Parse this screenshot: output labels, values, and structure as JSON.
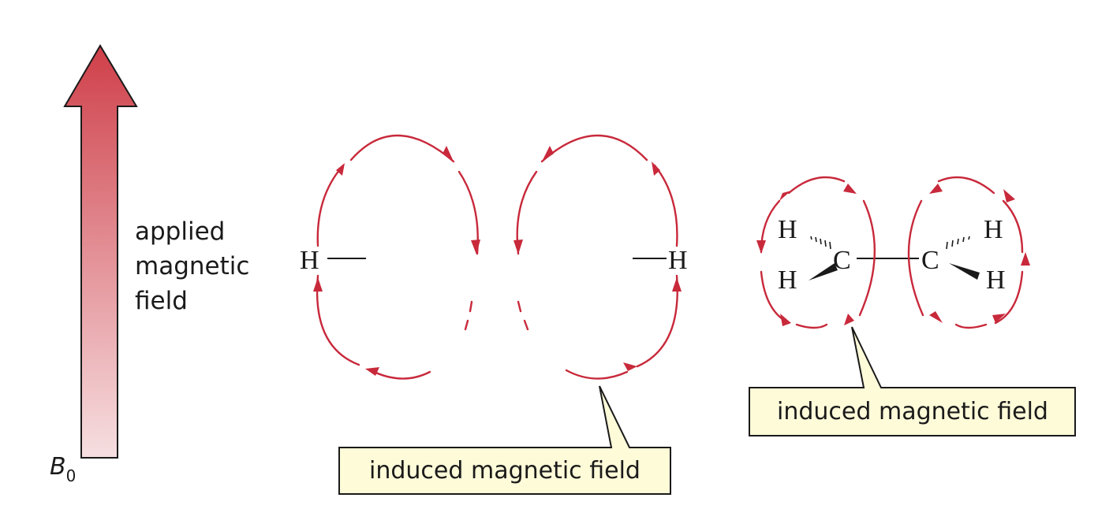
{
  "applied_field": {
    "label_lines": [
      "applied",
      "magnetic",
      "field"
    ],
    "symbol": "B",
    "subscript": "0"
  },
  "molecule_left": {
    "atom_left": "H",
    "atom_right": "H"
  },
  "molecule_right": {
    "left_carbon": "C",
    "right_carbon": "C",
    "left_h_top": "H",
    "left_h_bottom": "H",
    "right_h_top": "H",
    "right_h_bottom": "H"
  },
  "callouts": {
    "left": "induced magnetic field",
    "right": "induced magnetic field"
  },
  "colors": {
    "field_line": "#c8293b",
    "arrow_top": "#cf3f49",
    "arrow_bottom": "#f6dfe1",
    "callout_fill": "#fefbd9"
  }
}
